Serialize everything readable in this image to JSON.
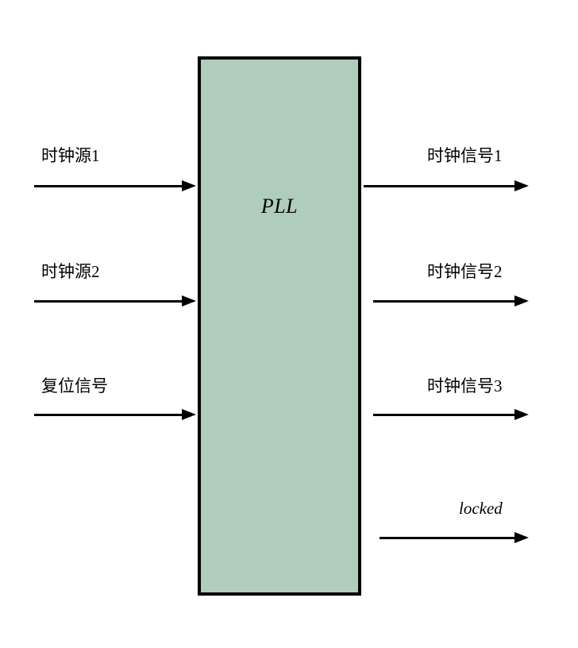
{
  "diagram": {
    "title": "PLL clock block diagram",
    "block": {
      "label": "PLL",
      "fill_color": "#b0cdbc",
      "border_color": "#000000"
    },
    "background_color": "#ffffff",
    "inputs": [
      {
        "label": "时钟源1",
        "name": "clock-source-1"
      },
      {
        "label": "时钟源2",
        "name": "clock-source-2"
      },
      {
        "label": "复位信号",
        "name": "reset-signal"
      }
    ],
    "outputs": [
      {
        "label": "时钟信号1",
        "name": "clock-signal-1"
      },
      {
        "label": "时钟信号2",
        "name": "clock-signal-2"
      },
      {
        "label": "时钟信号3",
        "name": "clock-signal-3"
      },
      {
        "label": "locked",
        "name": "locked-signal"
      }
    ]
  }
}
